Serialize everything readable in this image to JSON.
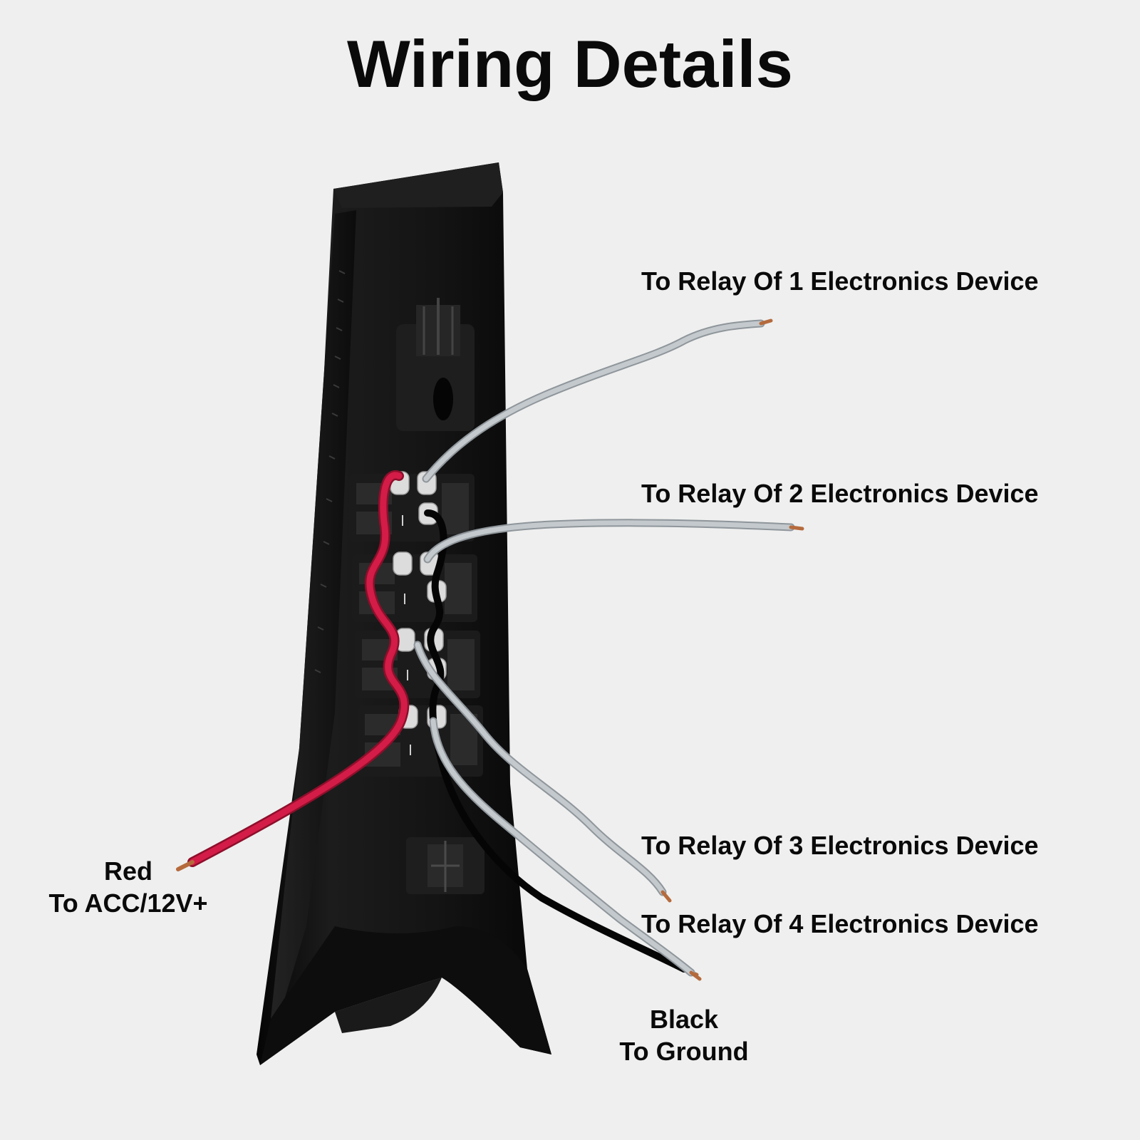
{
  "title": "Wiring Details",
  "labels": {
    "relay1": "To Relay Of 1 Electronics Device",
    "relay2": "To Relay Of 2 Electronics Device",
    "relay3": "To Relay Of 3 Electronics Device",
    "relay4": "To Relay Of 4 Electronics Device",
    "red": {
      "color_name": "Red",
      "purpose": "To ACC/12V+"
    },
    "black": {
      "color_name": "Black",
      "purpose": "To Ground"
    }
  },
  "colors": {
    "background": "#efefef",
    "housing": "#111111",
    "red_wire": "#c8173f",
    "grey_wire": "#b9bfc4",
    "black_wire": "#0b0b0b",
    "copper_tip": "#b56a3c"
  }
}
